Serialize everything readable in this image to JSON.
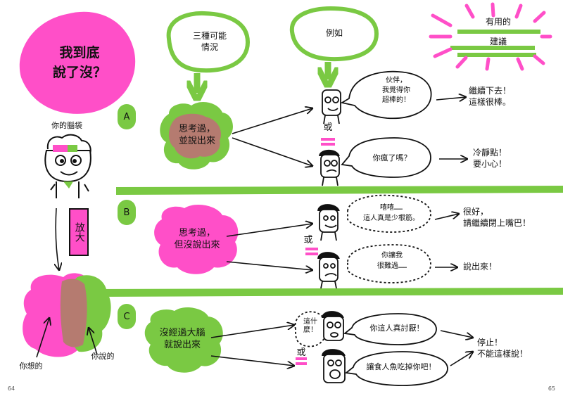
{
  "colors": {
    "pink": "#ff4fc8",
    "green": "#7ac943",
    "overlap": "#b57b70",
    "ink": "#111111"
  },
  "title": {
    "line1": "我到底",
    "line2": "說了沒？"
  },
  "head_label": "你的腦袋",
  "zoom_label": "放大",
  "brain": {
    "thought_label": "你想的",
    "said_label": "你說的"
  },
  "bubbles": {
    "three_cases": "三種可能\n情況",
    "example": "例如"
  },
  "useful_advice": {
    "line1": "有用的",
    "line2": "建議"
  },
  "or_label": "或",
  "sections": [
    {
      "marker": "A",
      "cloud": "思考過，\n並說出來",
      "speech": [
        "伙伴，\n我覺得你\n超棒的！",
        "你瘋了嗎？"
      ],
      "advice": [
        "繼續下去！\n這樣很棒。",
        "冷靜點！\n要小心！"
      ]
    },
    {
      "marker": "B",
      "cloud": "思考過，\n但沒說出來",
      "speech": [
        "嘻嘻……\n這人真是少根筋。",
        "你讓我\n很難過……"
      ],
      "advice": [
        "很好，\n請繼續閉上嘴巴！",
        "說出來！"
      ]
    },
    {
      "marker": "C",
      "cloud": "沒經過大腦\n就說出來",
      "speech": [
        "這什麼！",
        "你這人真討厭！",
        "讓食人魚吃掉你吧！"
      ],
      "advice": [
        "停止！\n不能這樣說！"
      ]
    }
  ],
  "page_numbers": {
    "left": "64",
    "right": "65"
  }
}
